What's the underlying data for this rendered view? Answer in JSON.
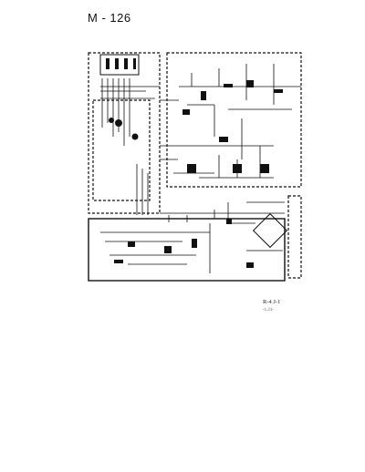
{
  "page": {
    "title": "M - 126",
    "note": "R-4 J-1",
    "note_sub": "-1.21-"
  },
  "colors": {
    "ink": "#111111",
    "paper": "#ffffff"
  }
}
